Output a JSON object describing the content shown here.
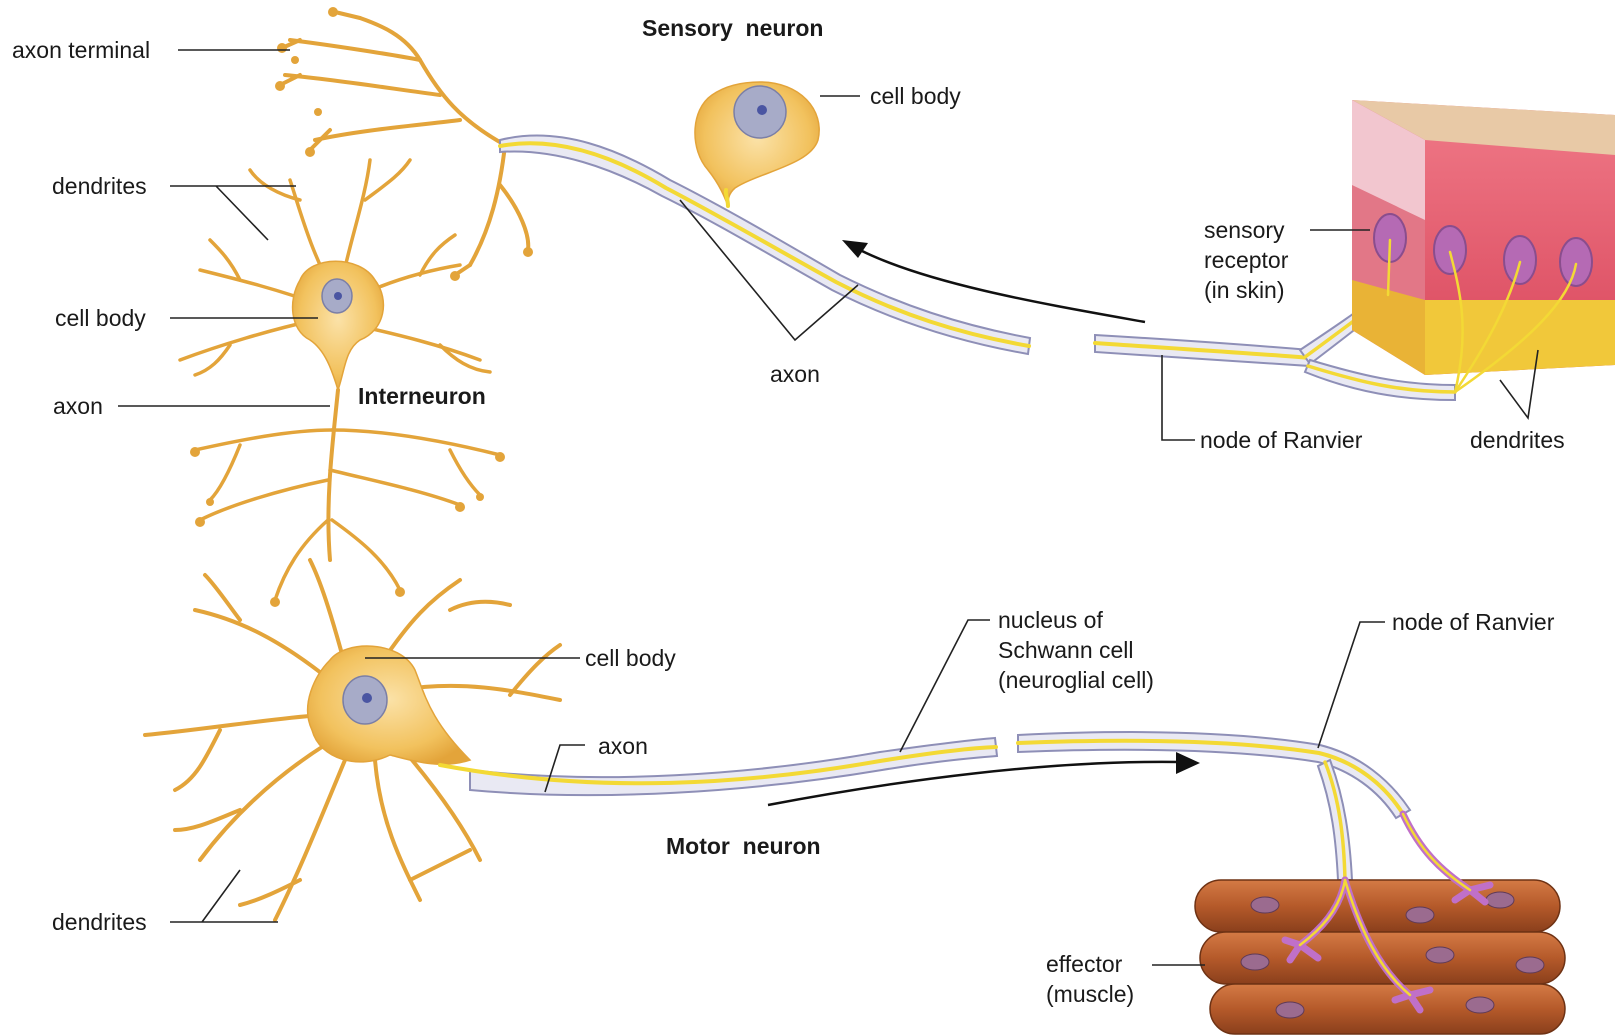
{
  "titles": {
    "sensory": "Sensory  neuron",
    "inter": "Interneuron",
    "motor": "Motor  neuron"
  },
  "labels": {
    "axon_terminal": "axon terminal",
    "inter_dendrites": "dendrites",
    "inter_cell_body": "cell body",
    "inter_axon": "axon",
    "sensory_cell_body": "cell body",
    "sensory_axon": "axon",
    "sensory_receptor": [
      "sensory",
      "receptor",
      "(in skin)"
    ],
    "sensory_node": "node of Ranvier",
    "sensory_dendrites": "dendrites",
    "motor_cell_body": "cell body",
    "motor_axon": "axon",
    "schwann": [
      "nucleus of",
      "Schwann cell",
      "(neuroglial cell)"
    ],
    "motor_node": "node of Ranvier",
    "motor_dendrites": "dendrites",
    "effector": [
      "effector",
      "(muscle)"
    ]
  },
  "colors": {
    "neuron_fill": "#f2c25e",
    "dendrite": "#e3a43a",
    "axon_core": "#f3d935",
    "myelin_sheath": "#e9e9f3",
    "myelin_edge": "#8e8fb7",
    "nucleus": "#8f95b8",
    "skin_top": "#e8c9a6",
    "skin_dermis": "#d9475c",
    "skin_fat": "#f1c83a",
    "muscle": "#b55a2a",
    "motor_end_plate": "#c070c8"
  }
}
